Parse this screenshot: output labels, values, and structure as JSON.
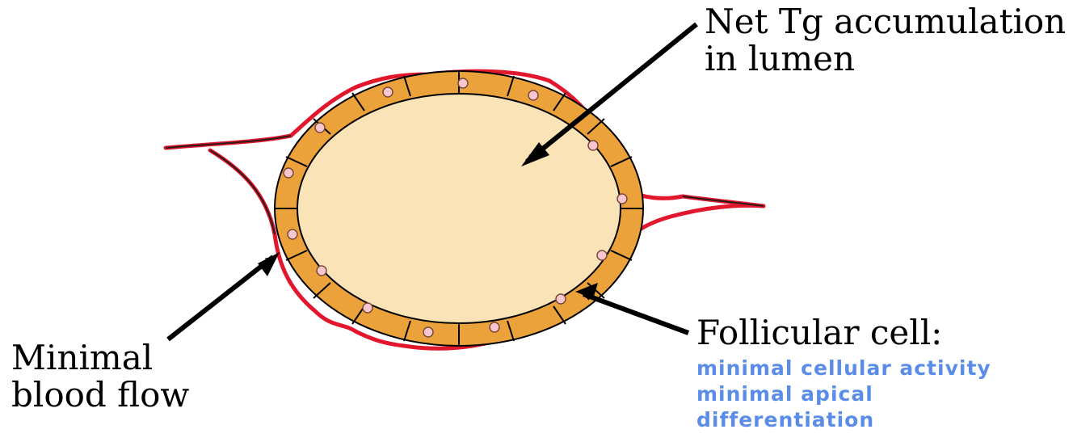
{
  "labels": {
    "lumen": {
      "line1": "Net Tg accumulation",
      "line2": "in lumen"
    },
    "blood": {
      "line1": "Minimal",
      "line2": "blood flow"
    },
    "follicular": {
      "line1": "Follicular cell:",
      "notes": [
        "minimal cellular activity",
        "minimal apical",
        "differentiation"
      ]
    }
  },
  "colors": {
    "lumen_fill": "#fbe3b8",
    "cell_fill": "#eca23a",
    "cell_stroke": "#000000",
    "nucleus_fill": "#f7c6cf",
    "vessel": "#e2172d",
    "note_text": "#5b8de8",
    "arrow": "#000000"
  }
}
